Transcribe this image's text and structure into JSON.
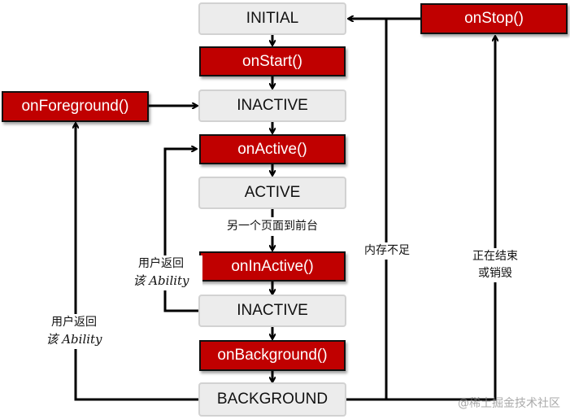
{
  "states": {
    "initial": "INITIAL",
    "inactive_top": "INACTIVE",
    "active": "ACTIVE",
    "inactive_mid": "INACTIVE",
    "background": "BACKGROUND"
  },
  "callbacks": {
    "on_start": "onStart()",
    "on_foreground": "onForeground()",
    "on_active": "onActive()",
    "on_inactive": "onInActive()",
    "on_background": "onBackground()",
    "on_stop": "onStop()"
  },
  "labels": {
    "another_page_to_front": "另一个页面到前台",
    "return_user_1": "用户返回",
    "return_ability_1": "该 Ability",
    "return_user_2": "用户返回",
    "return_ability_2": "该 Ability",
    "out_of_memory": "内存不足",
    "ending_line_1": "正在结束",
    "ending_line_2": "或销毁"
  },
  "watermark": "@稀土掘金技术社区",
  "colors": {
    "callback_fill": "#c00000",
    "state_fill": "#ececec",
    "line": "#000000"
  }
}
